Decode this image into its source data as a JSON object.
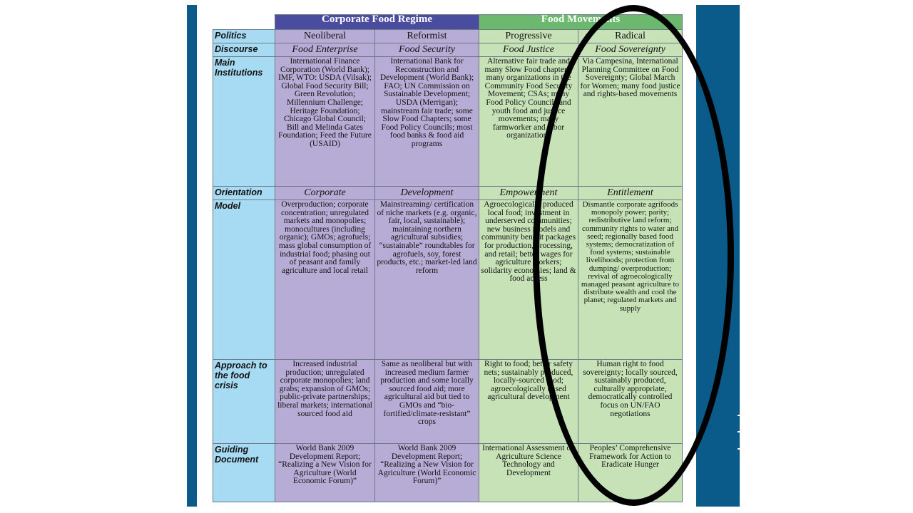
{
  "header": {
    "left_group": "Corporate Food Regime",
    "right_group": "Food Movements"
  },
  "rows": {
    "politics": {
      "label": "Politics",
      "cells": [
        "Neoliberal",
        "Reformist",
        "Progressive",
        "Radical"
      ]
    },
    "discourse": {
      "label": "Discourse",
      "cells": [
        "Food Enterprise",
        "Food Security",
        "Food Justice",
        "Food Sovereignty"
      ]
    },
    "institutions": {
      "label": "Main Institutions",
      "cells": [
        "International Finance Corporation (World Bank); IMF, WTO: USDA (Vilsak); Global Food Security Bill; Green Revolution; Millennium Challenge; Heritage Foundation; Chicago Global Council; Bill and Melinda Gates Foundation; Feed the Future (USAID)",
        "International Bank for Reconstruction and Development (World Bank); FAO; UN Commission on Sustainable Development; USDA (Merrigan); mainstream fair trade; some Slow Food Chapters; some Food Policy Councils; most food banks & food aid programs",
        "Alternative fair trade and many Slow Food chapters; many organizations in the Community Food Security Movement; CSAs; many Food Policy Councils and youth food and justice movements; many farmworker and labor organizations",
        "Via Campesina, International Planning Committee on Food Sovereignty; Global March for Women; many food justice and rights-based movements"
      ]
    },
    "orientation": {
      "label": "Orientation",
      "cells": [
        "Corporate",
        "Development",
        "Empowerment",
        "Entitlement"
      ]
    },
    "model": {
      "label": "Model",
      "cells": [
        "Overproduction; corporate concentration; unregulated markets and monopolies; monocultures (including organic); GMOs; agrofuels; mass global consumption of industrial food; phasing out of peasant and family agriculture and local retail",
        "Mainstreaming/ certification of niche markets (e.g. organic, fair, local, sustainable); maintaining northern agricultural subsidies; “sustainable” roundtables for agrofuels, soy, forest products, etc.; market-led land reform",
        "Agroecologically produced local food; investment in underserved communities; new business models and community benefit packages for production, processing, and retail; better wages for agriculture workers; solidarity economies; land & food access",
        "Dismantle corporate agrifoods monopoly power; parity; redistributive land reform; community rights to water and seed; regionally based food systems; democratization of food systems; sustainable livelihoods; protection from dumping/ overproduction; revival of agroecologically managed peasant agriculture to distribute wealth and cool the planet; regulated markets and supply"
      ]
    },
    "approach": {
      "label": "Approach to the food crisis",
      "cells": [
        "Increased industrial production; unregulated corporate monopolies; land grabs; expansion of GMOs; public-private partnerships; liberal markets; international sourced food aid",
        "Same as neoliberal but with increased medium farmer production and some locally sourced food aid; more agricultural aid but tied to GMOs and “bio-fortified/climate-resistant” crops",
        "Right to food; better safety nets; sustainably produced, locally-sourced food; agroecologically based agricultural development",
        "Human right to food sovereignty; locally sourced, sustainably produced, culturally appropriate, democratically controlled focus on UN/FAO negotiations"
      ]
    },
    "guiding": {
      "label": "Guiding Document",
      "cells": [
        "World Bank 2009 Development Report; “Realizing a New Vision for Agriculture (World Economic Forum)”",
        "World Bank 2009 Development Report; “Realizing a New Vision for Agriculture (World Economic Forum)”",
        "International Assessment on Agriculture Science Technology and Development",
        "Peoples’ Comprehensive Framework for Action to Eradicate Hunger"
      ]
    }
  },
  "colors": {
    "slide_bar": "#0b5b8a",
    "header_purple": "#4a4c9f",
    "header_green": "#6db86f",
    "row_label_bg": "#a7dbf3",
    "corporate_cells": "#b7acd5",
    "movement_cells": "#c8e2b8",
    "annotation_ring": "#000000"
  }
}
